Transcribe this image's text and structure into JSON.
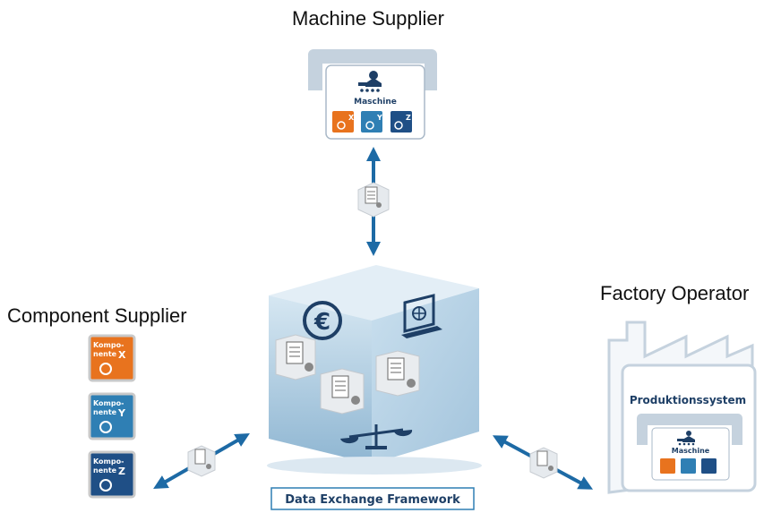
{
  "labels": {
    "machine_supplier": "Machine Supplier",
    "component_supplier": "Component Supplier",
    "factory_operator": "Factory Operator",
    "data_exchange_framework": "Data Exchange Framework"
  },
  "machine": {
    "title": "Maschine",
    "components": [
      "X",
      "Y",
      "Z"
    ]
  },
  "factory": {
    "system_title": "Produktionssystem",
    "machine_title": "Maschine"
  },
  "components": [
    {
      "line1": "Kompo-",
      "line2": "nente",
      "letter": "X"
    },
    {
      "line1": "Kompo-",
      "line2": "nente",
      "letter": "Y"
    },
    {
      "line1": "Kompo-",
      "line2": "nente",
      "letter": "Z"
    }
  ],
  "cube": {
    "currency_symbol": "€"
  },
  "colors": {
    "orange": "#e8731e",
    "mid_blue": "#2f7fb4",
    "dark_blue": "#1f4f86",
    "arrow": "#1d6aa5",
    "frame_grey": "#c5d2de",
    "cube": "#b9d3e4",
    "text_blue": "#1e3f66"
  }
}
